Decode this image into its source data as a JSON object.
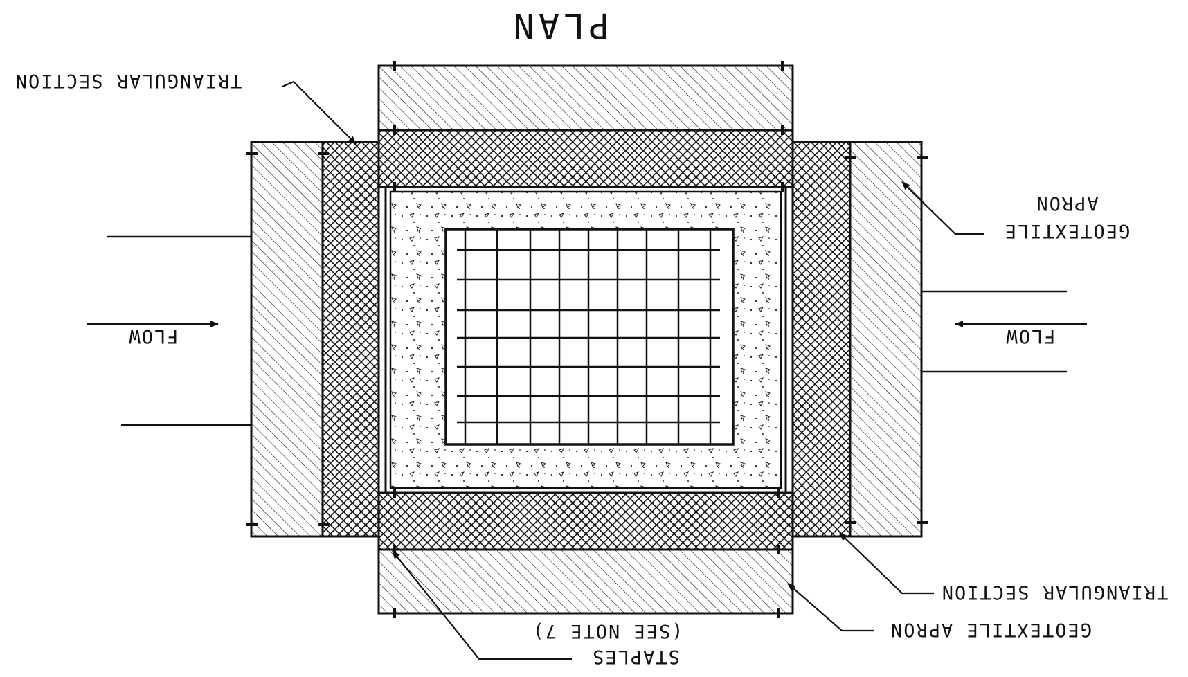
{
  "view_title": "PLAN",
  "labels": {
    "triangular_section_top": "TRIANGULAR SECTION",
    "triangular_section_bottom": "TRIANGULAR SECTION",
    "geotextile_apron_right_line1": "GEOTEXTILE",
    "geotextile_apron_right_line2": "APRON",
    "geotextile_apron_bottom": "GEOTEXTILE APRON",
    "flow_left": "FLOW",
    "flow_right": "FLOW",
    "staples_line1": "STAPLES",
    "staples_line2": "(SEE NOTE 7)"
  },
  "colors": {
    "ink": "#111111",
    "paper": "#ffffff"
  }
}
